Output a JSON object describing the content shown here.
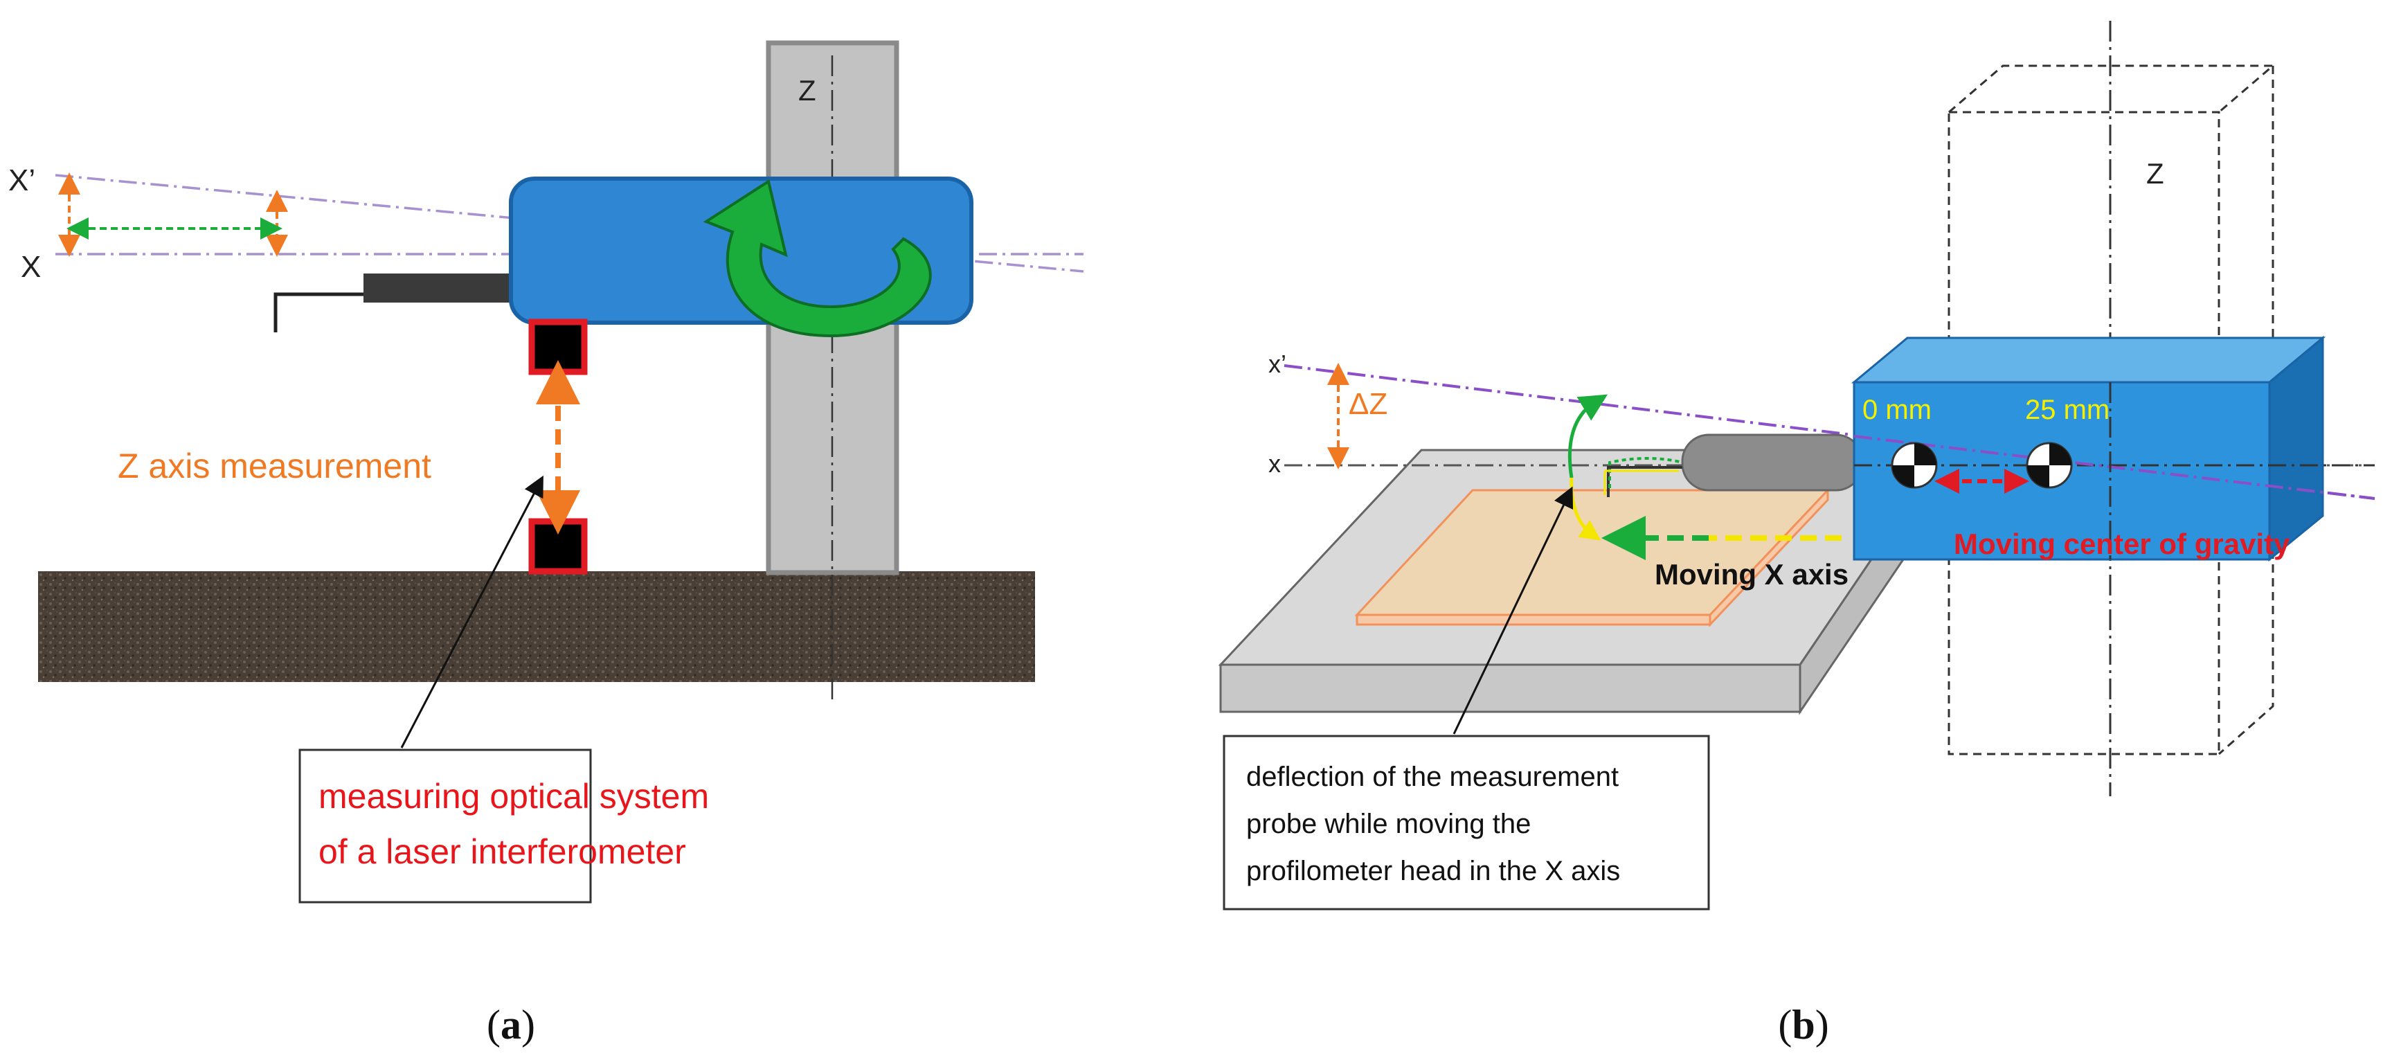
{
  "panel_a": {
    "caption_open": "(",
    "caption_letter": "a",
    "caption_close": ")",
    "axis_x_prime_label": "X’",
    "axis_x_label": "X",
    "axis_z_label": "Z",
    "z_measurement_label": "Z axis measurement",
    "callout_line1": "measuring optical system",
    "callout_line2": "of a laser interferometer"
  },
  "panel_b": {
    "caption_open": "(",
    "caption_letter": "b",
    "caption_close": ")",
    "axis_x_prime_label": "x’",
    "axis_x_label": "x",
    "axis_z_label": "Z",
    "delta_z_label": "ΔZ",
    "pos_0_label": "0 mm",
    "pos_25_label": "25 mm",
    "moving_x_label": "Moving X axis",
    "moving_cog_label": "Moving center of gravity",
    "callout_line1": "deflection of the measurement",
    "callout_line2": "probe while moving the",
    "callout_line3": "profilometer head in the X axis"
  },
  "colors": {
    "head_blue": "#2f86d2",
    "head_blue_dark": "#1a63a6",
    "arrow_green": "#1aad3c",
    "measure_orange": "#f07a23",
    "sensor_red": "#e01b24",
    "axis_purple": "#8a4fc7",
    "ground_brown": "#4a3f36",
    "callout_red": "#e8161b",
    "label_yellow": "#f5f000"
  }
}
